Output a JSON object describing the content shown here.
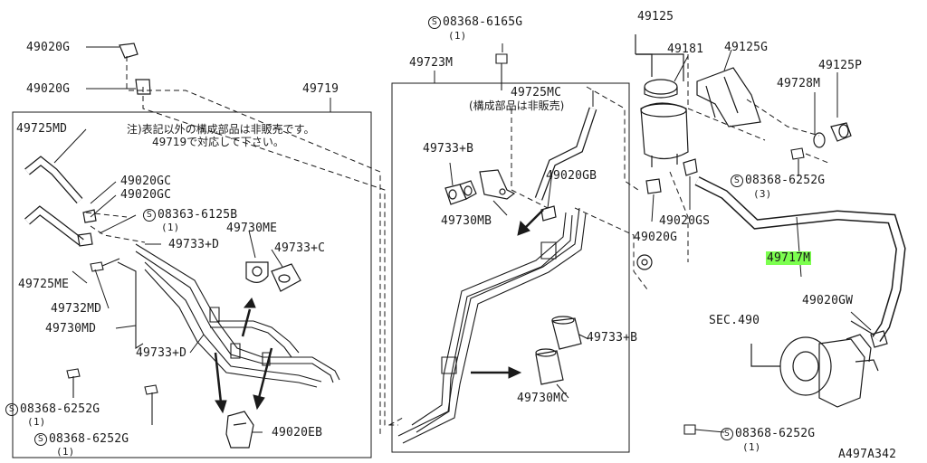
{
  "labels": {
    "l_49020G_a": "49020G",
    "l_49020G_b": "49020G",
    "l_49719": "49719",
    "l_49725MD": "49725MD",
    "l_49020GC_a": "49020GC",
    "l_49020GC_b": "49020GC",
    "l_08363_6125B": "08363-6125B",
    "l_08363_qty": "(1)",
    "l_49730ME": "49730ME",
    "l_49733D_a": "49733+D",
    "l_49733C": "49733+C",
    "l_49725ME": "49725ME",
    "l_49732MD": "49732MD",
    "l_49730MD": "49730MD",
    "l_49733D_b": "49733+D",
    "l_08368_6252G_a": "08368-6252G",
    "l_08368_qty_a": "(1)",
    "l_08368_6252G_b": "08368-6252G",
    "l_08368_qty_b": "(1)",
    "l_49020EB": "49020EB",
    "l_08368_6165G": "08368-6165G",
    "l_08368_6165G_qty": "(1)",
    "l_49723M": "49723M",
    "l_49725MC": "49725MC",
    "l_note_kousei": "(構成部品は非販売)",
    "l_49733B_a": "49733+B",
    "l_49730MB": "49730MB",
    "l_49020GB": "49020GB",
    "l_49020G_c": "49020G",
    "l_49733B_b": "49733+B",
    "l_49730MC": "49730MC",
    "l_49125": "49125",
    "l_49181": "49181",
    "l_49125G": "49125G",
    "l_49125P": "49125P",
    "l_49728M": "49728M",
    "l_08368_6252G_c": "08368-6252G",
    "l_08368_qty_c": "(3)",
    "l_49020GS": "49020GS",
    "l_49717M": "49717M",
    "l_49020GW": "49020GW",
    "l_SEC490": "SEC.490",
    "l_08368_6252G_d": "08368-6252G",
    "l_08368_qty_d": "(1)",
    "l_figcode": "A497A342"
  },
  "note": {
    "line1": "注)表記以外の構成部品は非販売です。",
    "line2": "49719で対応して下さい。"
  },
  "symbols": {
    "screw_mark": "S"
  },
  "colors": {
    "highlight": "#7CFF4F",
    "ink": "#1a1a1a"
  },
  "icons": {
    "arrow": "arrow-icon"
  }
}
